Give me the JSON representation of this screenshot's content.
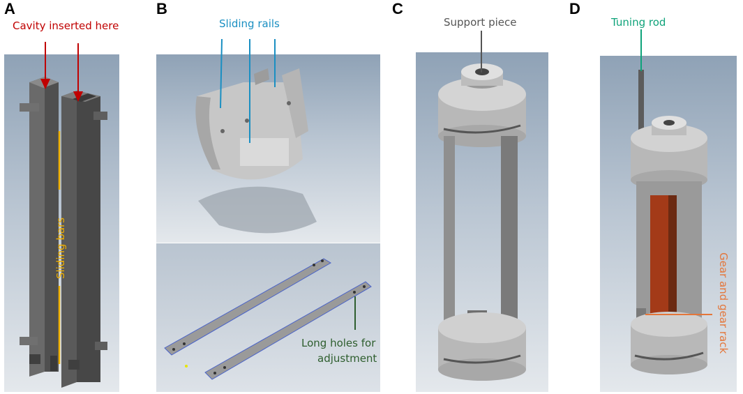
{
  "panels": [
    {
      "letter": "A"
    },
    {
      "letter": "B"
    },
    {
      "letter": "C"
    },
    {
      "letter": "D"
    }
  ],
  "annotations": {
    "cavity": {
      "text": "Cavity inserted here",
      "color": "#c00000"
    },
    "sliding_bars": {
      "text": "Sliding bars",
      "color": "#f0b000"
    },
    "sliding_rails": {
      "text": "Sliding rails",
      "color": "#1a8fc2"
    },
    "long_holes": {
      "text": "Long holes for\nadjustment",
      "line1": "Long holes for",
      "line2": "adjustment",
      "color": "#2e5e2e"
    },
    "support_piece": {
      "text": "Support piece",
      "color": "#555555"
    },
    "tuning_rod": {
      "text": "Tuning rod",
      "color": "#0fa37a"
    },
    "gear_rack": {
      "text": "Gear and gear rack",
      "color": "#e4763a"
    }
  }
}
